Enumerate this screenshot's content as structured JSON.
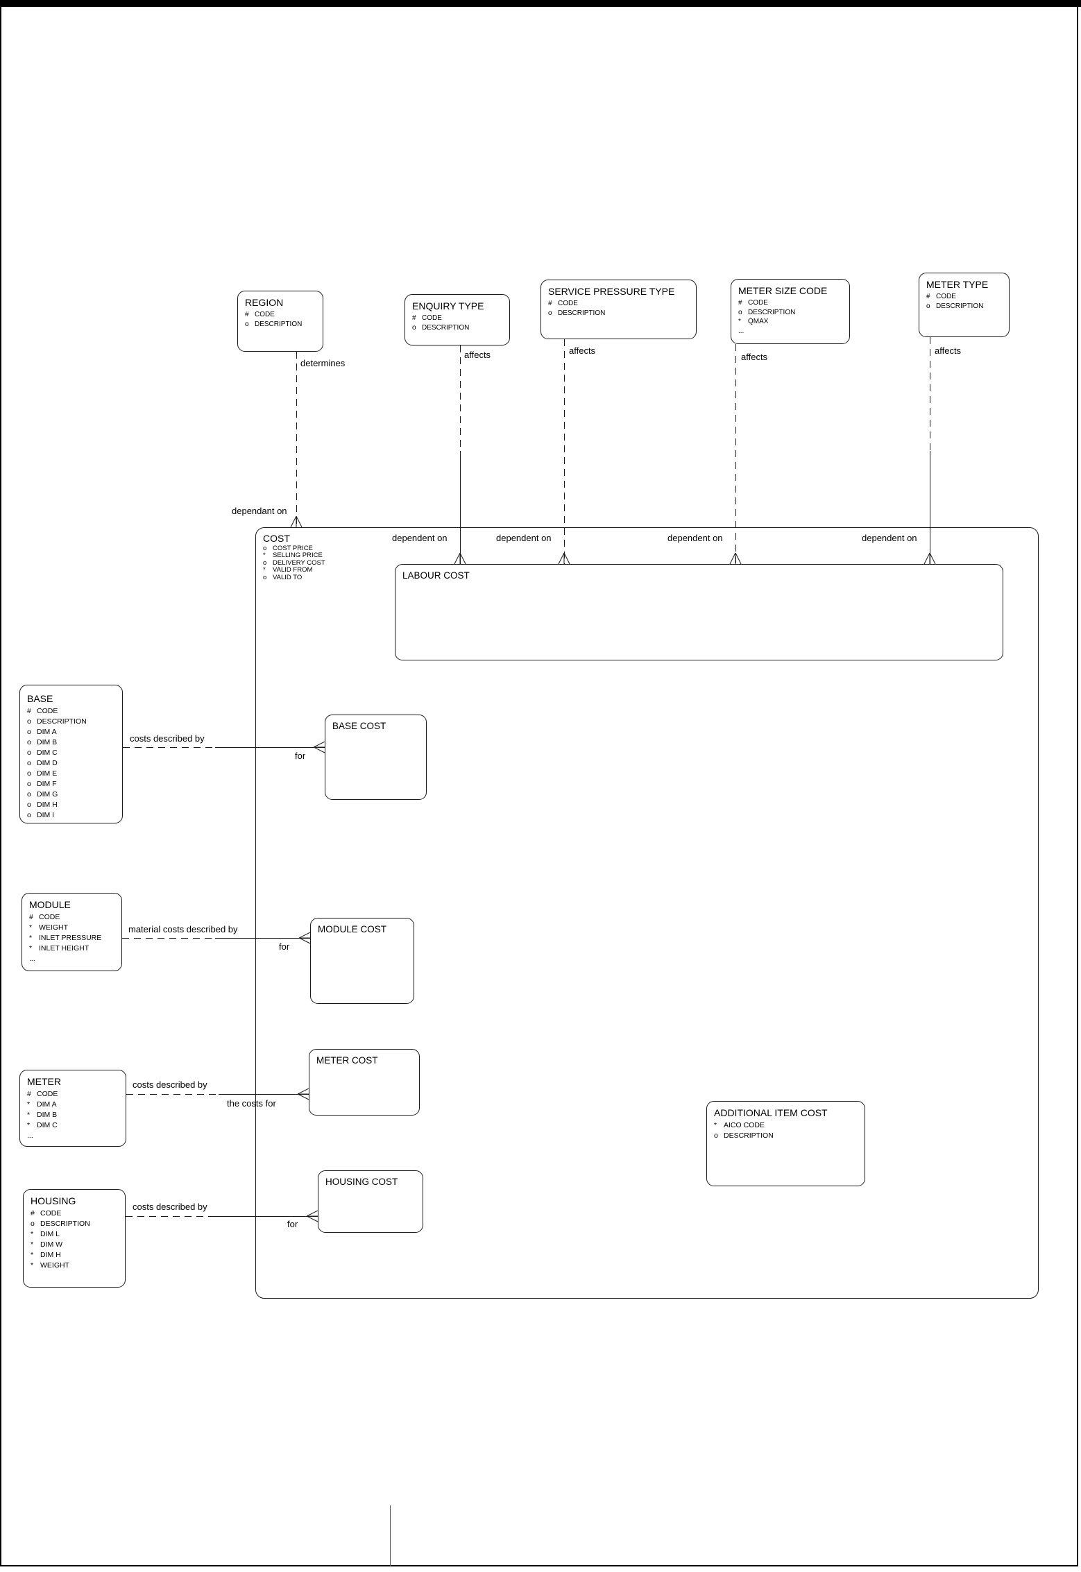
{
  "diagram": {
    "entities": {
      "region": {
        "title": "REGION",
        "attrs": [
          [
            "#",
            "CODE"
          ],
          [
            "o",
            "DESCRIPTION"
          ]
        ]
      },
      "enquiry_type": {
        "title": "ENQUIRY TYPE",
        "attrs": [
          [
            "#",
            "CODE"
          ],
          [
            "o",
            "DESCRIPTION"
          ]
        ]
      },
      "service_pressure_type": {
        "title": "SERVICE PRESSURE TYPE",
        "attrs": [
          [
            "#",
            "CODE"
          ],
          [
            "o",
            "DESCRIPTION"
          ]
        ]
      },
      "meter_size_code": {
        "title": "METER SIZE CODE",
        "attrs": [
          [
            "#",
            "CODE"
          ],
          [
            "o",
            "DESCRIPTION"
          ],
          [
            "*",
            "QMAX"
          ],
          [
            "...",
            ""
          ]
        ]
      },
      "meter_type": {
        "title": "METER TYPE",
        "attrs": [
          [
            "#",
            "CODE"
          ],
          [
            "o",
            "DESCRIPTION"
          ]
        ]
      },
      "cost": {
        "title": "COST",
        "attrs": [
          [
            "o",
            "COST PRICE"
          ],
          [
            "*",
            "SELLING PRICE"
          ],
          [
            "o",
            "DELIVERY COST"
          ],
          [
            "*",
            "VALID FROM"
          ],
          [
            "o",
            "VALID TO"
          ]
        ]
      },
      "labour_cost": {
        "title": "LABOUR COST"
      },
      "base": {
        "title": "BASE",
        "attrs": [
          [
            "#",
            "CODE"
          ],
          [
            "o",
            "DESCRIPTION"
          ],
          [
            "o",
            "DIM A"
          ],
          [
            "o",
            "DIM B"
          ],
          [
            "o",
            "DIM C"
          ],
          [
            "o",
            "DIM D"
          ],
          [
            "o",
            "DIM E"
          ],
          [
            "o",
            "DIM F"
          ],
          [
            "o",
            "DIM G"
          ],
          [
            "o",
            "DIM H"
          ],
          [
            "o",
            "DIM I"
          ]
        ]
      },
      "base_cost": {
        "title": "BASE COST"
      },
      "module": {
        "title": "MODULE",
        "attrs": [
          [
            "#",
            "CODE"
          ],
          [
            "*",
            "WEIGHT"
          ],
          [
            "*",
            "INLET PRESSURE"
          ],
          [
            "*",
            "INLET HEIGHT"
          ],
          [
            "...",
            ""
          ]
        ]
      },
      "module_cost": {
        "title": "MODULE COST"
      },
      "meter": {
        "title": "METER",
        "attrs": [
          [
            "#",
            "CODE"
          ],
          [
            "*",
            "DIM A"
          ],
          [
            "*",
            "DIM B"
          ],
          [
            "*",
            "DIM C"
          ],
          [
            "...",
            ""
          ]
        ]
      },
      "meter_cost": {
        "title": "METER COST"
      },
      "housing": {
        "title": "HOUSING",
        "attrs": [
          [
            "#",
            "CODE"
          ],
          [
            "o",
            "DESCRIPTION"
          ],
          [
            "*",
            "DIM L"
          ],
          [
            "*",
            "DIM W"
          ],
          [
            "*",
            "DIM H"
          ],
          [
            "*",
            "WEIGHT"
          ]
        ]
      },
      "housing_cost": {
        "title": "HOUSING COST"
      },
      "additional_item_cost": {
        "title": "ADDITIONAL ITEM COST",
        "attrs": [
          [
            "*",
            "AICO CODE"
          ],
          [
            "o",
            "DESCRIPTION"
          ]
        ]
      }
    },
    "rels": {
      "region_cost": {
        "near": "determines",
        "far": "dependant on"
      },
      "enquiry_cost": {
        "near": "affects",
        "far": "dependent on"
      },
      "service_cost": {
        "near": "affects",
        "far": "dependent on"
      },
      "meter_size_cost": {
        "near": "affects",
        "far": "dependent on"
      },
      "meter_type_cost": {
        "near": "affects",
        "far": "dependent on"
      },
      "base_base_cost": {
        "near": "costs described by",
        "far": "for"
      },
      "module_module_cost": {
        "near": "material costs described by",
        "far": "for"
      },
      "meter_meter_cost": {
        "near": "costs described by",
        "far": "the costs for"
      },
      "housing_housing_cost": {
        "near": "costs described by",
        "far": "for"
      }
    }
  }
}
